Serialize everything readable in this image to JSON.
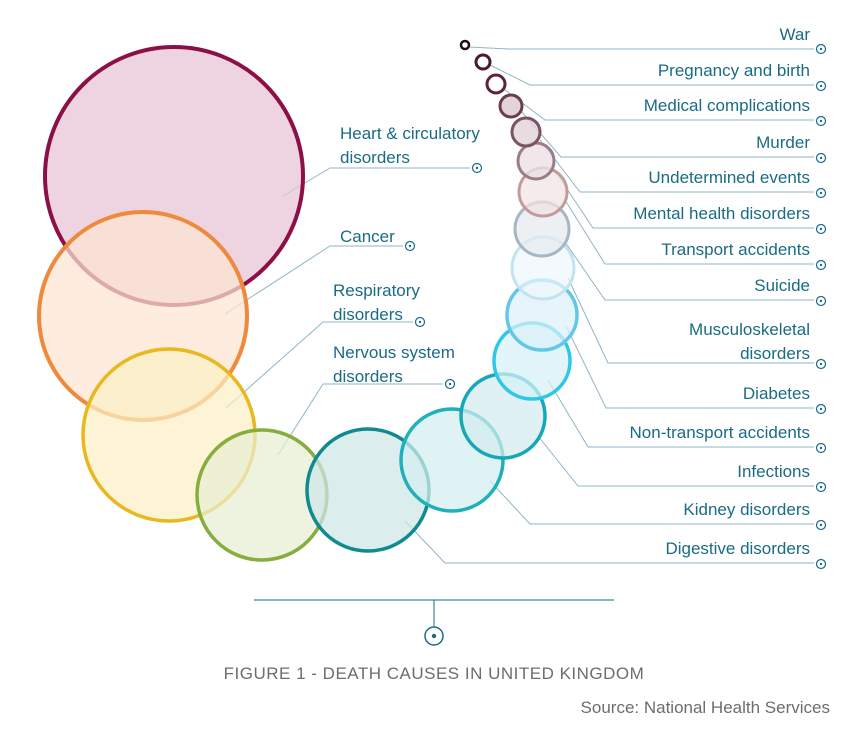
{
  "figure": {
    "caption": "FIGURE 1 - DEATH CAUSES IN UNITED KINGDOM",
    "source": "Source: National Health Services"
  },
  "causes": [
    {
      "label": [
        "Heart & circulatory",
        "disorders"
      ],
      "color": "#8b1048",
      "fill": "#e6c3d4",
      "side": "left"
    },
    {
      "label": [
        "Cancer"
      ],
      "color": "#ef8a3c",
      "fill": "#fde4d2",
      "side": "left"
    },
    {
      "label": [
        "Respiratory",
        "disorders"
      ],
      "color": "#e8b81e",
      "fill": "#fbf0c3",
      "side": "left"
    },
    {
      "label": [
        "Nervous system",
        "disorders"
      ],
      "color": "#86ad3e",
      "fill": "#e7eed2",
      "side": "left"
    },
    {
      "label": [
        "Digestive disorders"
      ],
      "color": "#0f8a8e",
      "fill": "#cfe6e7",
      "side": "right"
    },
    {
      "label": [
        "Kidney disorders"
      ],
      "color": "#1fb0bb",
      "fill": "#d4eef0",
      "side": "right"
    },
    {
      "label": [
        "Infections"
      ],
      "color": "#17a8b8",
      "fill": "#d2ecef",
      "side": "right"
    },
    {
      "label": [
        "Non-transport accidents"
      ],
      "color": "#2ec7e6",
      "fill": "#d6f1f8",
      "side": "right"
    },
    {
      "label": [
        "Diabetes"
      ],
      "color": "#63c7e9",
      "fill": "#dbf1fa",
      "side": "right"
    },
    {
      "label": [
        "Musculoskeletal",
        "disorders"
      ],
      "color": "#c3e3f0",
      "fill": "#eef7fb",
      "side": "right"
    },
    {
      "label": [
        "Suicide"
      ],
      "color": "#a5b7c4",
      "fill": "#e4eaef",
      "side": "right"
    },
    {
      "label": [
        "Transport accidents"
      ],
      "color": "#c19c9a",
      "fill": "#f0e3e2",
      "side": "right"
    },
    {
      "label": [
        "Mental health disorders"
      ],
      "color": "#987d86",
      "fill": "#ebe1e3",
      "side": "right"
    },
    {
      "label": [
        "Undetermined events"
      ],
      "color": "#7b5363",
      "fill": "#e2d3d8",
      "side": "right"
    },
    {
      "label": [
        "Murder"
      ],
      "color": "#6b3d4e",
      "fill": "#dcc9cf",
      "side": "right"
    },
    {
      "label": [
        "Medical complications"
      ],
      "color": "#5a2638",
      "fill": "#ffffff",
      "side": "right"
    },
    {
      "label": [
        "Pregnancy and birth"
      ],
      "color": "#4a1c28",
      "fill": "#ffffff",
      "side": "right"
    },
    {
      "label": [
        "War"
      ],
      "color": "#1f1015",
      "fill": "#ffffff",
      "side": "right"
    }
  ],
  "colors": {
    "label": "#1a6b84",
    "leader": "#8fb6c6",
    "axis": "#1a6b84",
    "caption": "#6d6d6d"
  }
}
